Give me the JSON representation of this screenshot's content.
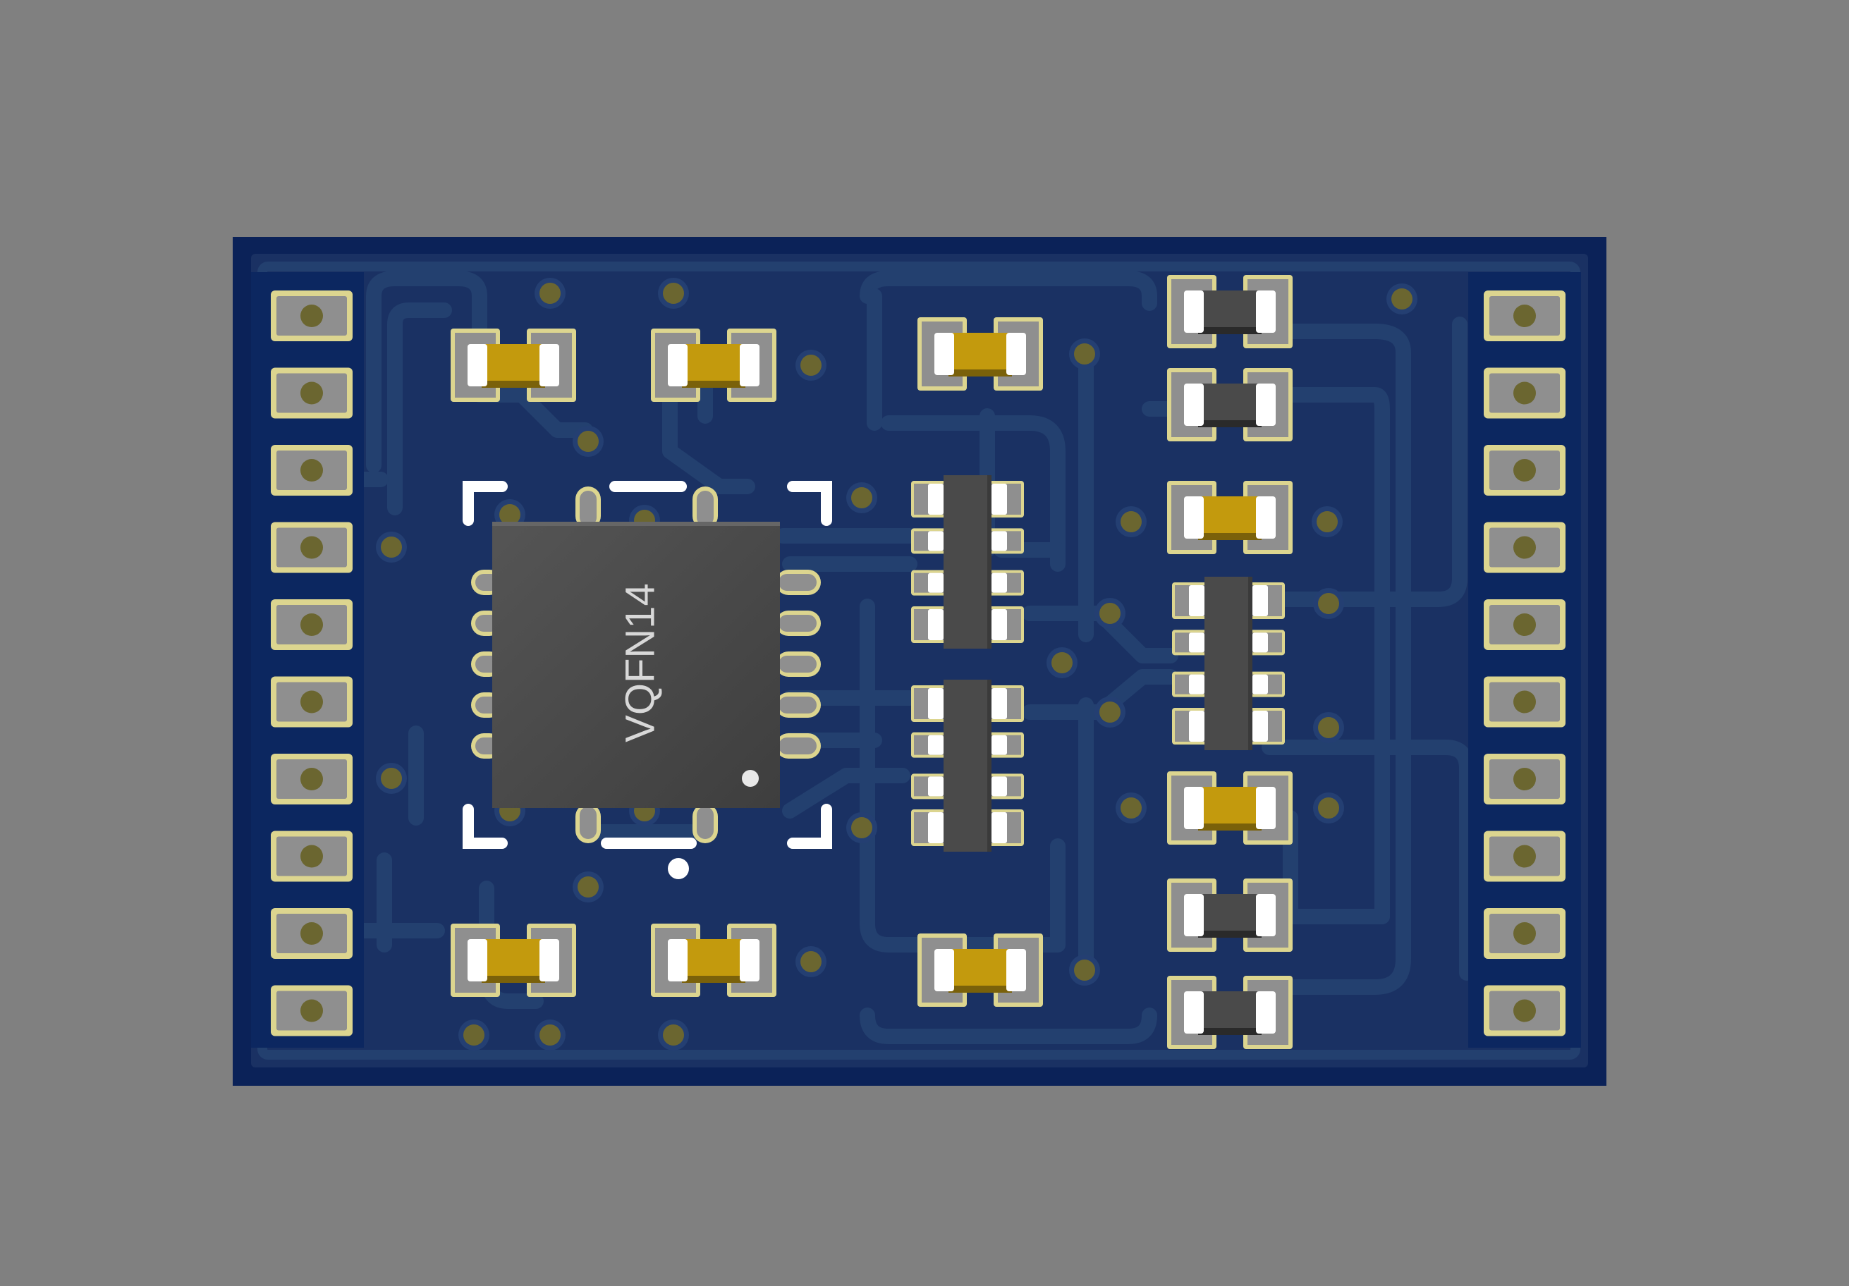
{
  "scene": {
    "background_color": "#808080",
    "board_color": "#0b2258",
    "board_inner_color": "#1a3163",
    "trace_color": "#24406f",
    "pad_finish_color": "#dcd58f",
    "pad_gray_color": "#8f8f8f",
    "via_color": "#6b6630",
    "silkscreen_color": "#ffffff",
    "ic_body_color": "#4a4a4a",
    "capacitor_body_color": "#c39a0d",
    "resistor_body_color": "#4a4a4a"
  },
  "ic": {
    "package_label": "VQFN14"
  },
  "header_left": {
    "pin_count": 10
  },
  "header_right": {
    "pin_count": 10
  },
  "resistor_networks": {
    "count": 3,
    "pins_per_side": 4
  },
  "passives": {
    "capacitors": 8,
    "resistors": 4
  }
}
